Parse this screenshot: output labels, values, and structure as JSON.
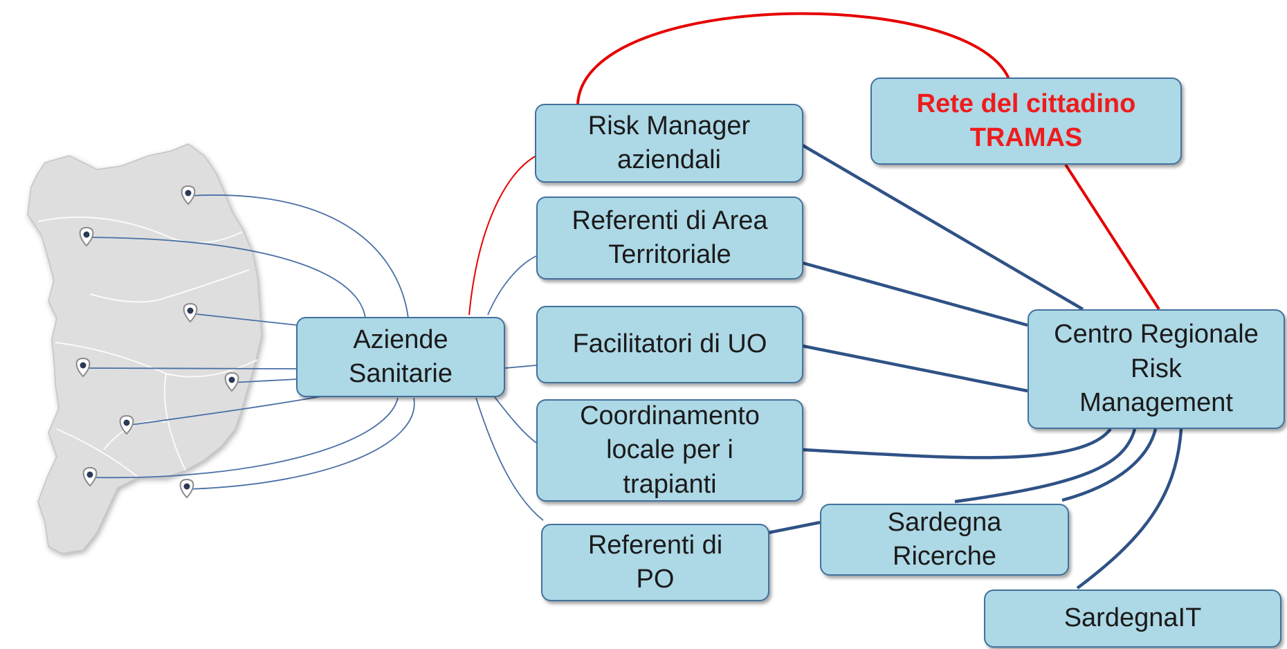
{
  "diagram": {
    "nodes": {
      "risk_manager": "Risk Manager\naziendali",
      "referenti_area": "Referenti di Area\nTerritoriale",
      "facilitatori": "Facilitatori di UO",
      "coordinamento": "Coordinamento\nlocale per i\ntrapianti",
      "referenti_po": "Referenti di\nPO",
      "aziende": "Aziende\nSanitarie",
      "rete_cittadino": "Rete del cittadino\nTRAMAS",
      "centro_regionale": "Centro Regionale\nRisk\nManagement",
      "sardegna_ricerche": "Sardegna\nRicerche",
      "sardegna_it": "SardegnaIT"
    },
    "colors": {
      "node_fill": "#add8e6",
      "node_border": "#41719c",
      "connector_blue": "#3a5a8c",
      "connector_red": "#e60000",
      "map_fill": "#dedede"
    },
    "map": {
      "icon": "sardinia-map",
      "pin_icon": "map-pin-icon",
      "pin_count": 8
    }
  }
}
